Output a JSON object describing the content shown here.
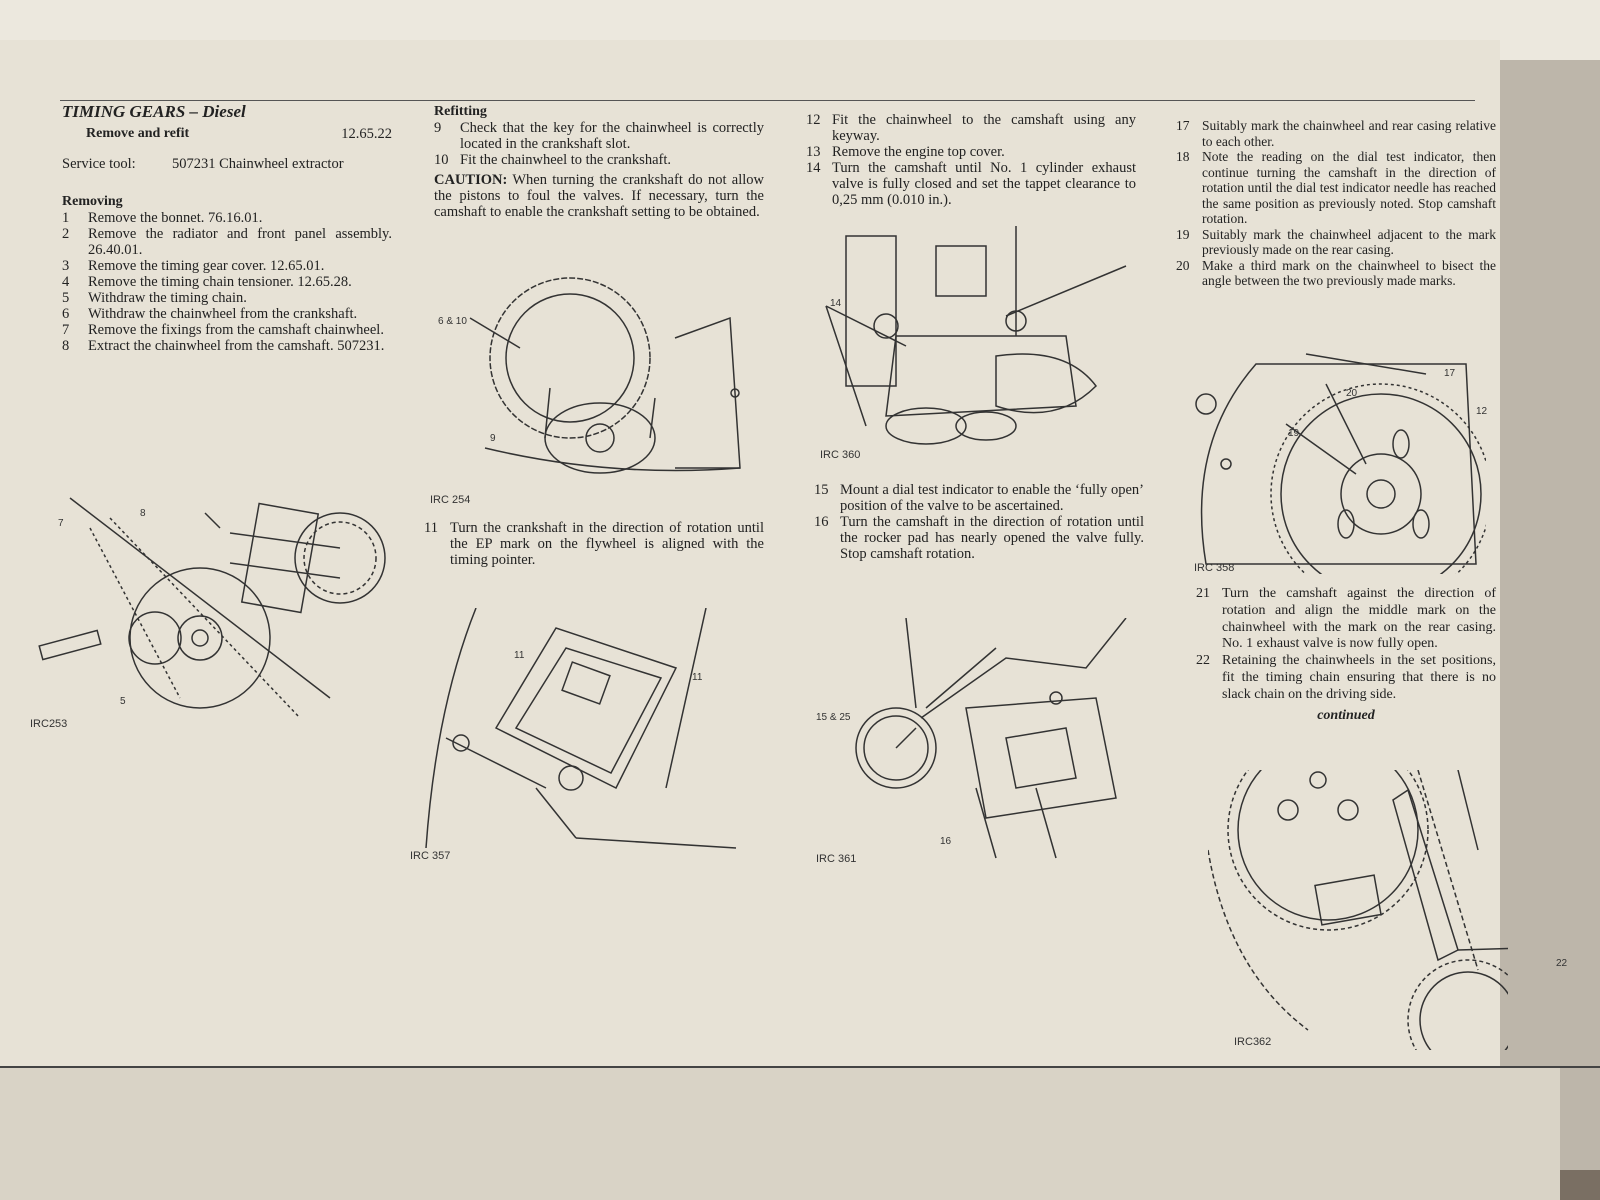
{
  "col1": {
    "title": "TIMING GEARS – Diesel",
    "subtitle": "Remove and refit",
    "op_code": "12.65.22",
    "service_tool_label": "Service tool:",
    "service_tool_value": "507231 Chainwheel extractor",
    "removing_heading": "Removing",
    "steps": [
      {
        "n": "1",
        "t": "Remove the bonnet. 76.16.01."
      },
      {
        "n": "2",
        "t": "Remove the radiator and front panel assembly. 26.40.01."
      },
      {
        "n": "3",
        "t": "Remove the timing gear cover. 12.65.01."
      },
      {
        "n": "4",
        "t": "Remove the timing chain tensioner. 12.65.28."
      },
      {
        "n": "5",
        "t": "Withdraw the timing chain."
      },
      {
        "n": "6",
        "t": "Withdraw the chainwheel from the crankshaft."
      },
      {
        "n": "7",
        "t": "Remove the fixings from the camshaft chainwheel."
      },
      {
        "n": "8",
        "t": "Extract the chainwheel from the camshaft. 507231."
      }
    ],
    "fig": {
      "caption": "IRC253",
      "callouts": [
        "7",
        "8",
        "5"
      ]
    }
  },
  "col2": {
    "refitting_heading": "Refitting",
    "steps_a": [
      {
        "n": "9",
        "t": "Check that the key for the chainwheel is correctly located in the crankshaft slot."
      },
      {
        "n": "10",
        "t": "Fit the chainwheel to the crankshaft."
      }
    ],
    "caution_word": "CAUTION:",
    "caution_text": " When turning the crankshaft do not allow the pistons to foul the valves. If necessary, turn the camshaft to enable the crankshaft setting to be obtained.",
    "fig1": {
      "caption": "IRC 254",
      "callouts": [
        "6 & 10",
        "9"
      ]
    },
    "steps_b": [
      {
        "n": "11",
        "t": "Turn the crankshaft in the direction of rotation until the EP mark on the flywheel is aligned with the timing pointer."
      }
    ],
    "fig2": {
      "caption": "IRC 357",
      "callouts": [
        "11",
        "11"
      ]
    }
  },
  "col3": {
    "steps_a": [
      {
        "n": "12",
        "t": "Fit the chainwheel to the camshaft using any keyway."
      },
      {
        "n": "13",
        "t": "Remove the engine top cover."
      },
      {
        "n": "14",
        "t": "Turn the camshaft until No. 1 cylinder exhaust valve is fully closed and set the tappet clearance to 0,25 mm (0.010 in.)."
      }
    ],
    "fig1": {
      "caption": "IRC 360",
      "callouts": [
        "14"
      ]
    },
    "steps_b": [
      {
        "n": "15",
        "t": "Mount a dial test indicator to enable the ‘fully open’ position of the valve to be ascertained."
      },
      {
        "n": "16",
        "t": "Turn the camshaft in the direction of rotation until the rocker pad has nearly opened the valve fully. Stop camshaft rotation."
      }
    ],
    "fig2": {
      "caption": "IRC 361",
      "callouts": [
        "15 & 25",
        "16"
      ]
    }
  },
  "col4": {
    "steps_a": [
      {
        "n": "17",
        "t": "Suitably mark the chainwheel and rear casing relative to each other."
      },
      {
        "n": "18",
        "t": "Note the reading on the dial test indicator, then continue turning the camshaft in the direction of rotation until the dial test indicator needle has reached the same position as previously noted. Stop camshaft rotation."
      },
      {
        "n": "19",
        "t": "Suitably mark the chainwheel adjacent to the mark previously made on the rear casing."
      },
      {
        "n": "20",
        "t": "Make a third mark on the chainwheel to bisect the angle between the two previously made marks."
      }
    ],
    "fig1": {
      "caption": "IRC 358",
      "callouts": [
        "17",
        "20",
        "12",
        "19"
      ]
    },
    "steps_b": [
      {
        "n": "21",
        "t": "Turn the camshaft against the direction of rotation and align the middle mark on the chainwheel with the mark on the rear casing. No. 1 exhaust valve is now fully open."
      },
      {
        "n": "22",
        "t": "Retaining the chainwheels in the set positions, fit the timing chain ensuring that there is no slack chain on the driving side."
      }
    ],
    "continued": "continued",
    "fig2": {
      "caption": "IRC362",
      "callouts": [
        "22"
      ]
    }
  }
}
